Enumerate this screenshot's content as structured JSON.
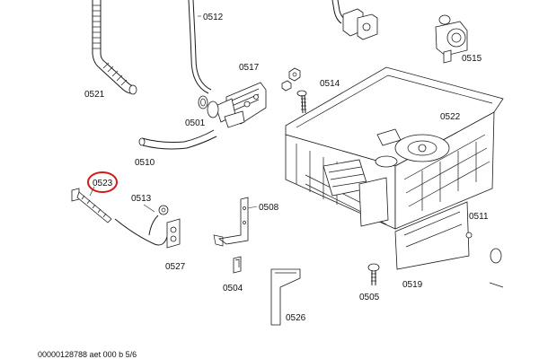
{
  "diagram": {
    "part_labels": {
      "p0512": "0512",
      "p0517": "0517",
      "p0514": "0514",
      "p0515": "0515",
      "p0521": "0521",
      "p0501": "0501",
      "p0522": "0522",
      "p0510": "0510",
      "p0523": "0523",
      "p0513": "0513",
      "p0508": "0508",
      "p0511": "0511",
      "p0527": "0527",
      "p0504": "0504",
      "p0505": "0505",
      "p0519": "0519",
      "p0526": "0526"
    },
    "drawing_id": "00000128788 aet 000 b 5/6",
    "highlight_color": "#d11a1a"
  }
}
